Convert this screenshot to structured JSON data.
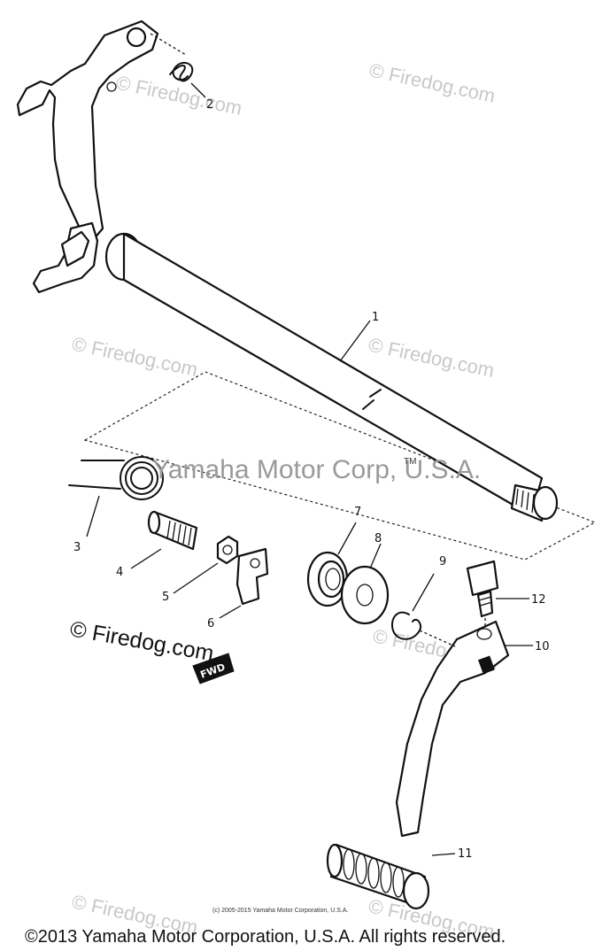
{
  "diagram": {
    "callouts": [
      "1",
      "2",
      "3",
      "4",
      "5",
      "6",
      "7",
      "8",
      "9",
      "10",
      "11",
      "12"
    ],
    "watermarks": {
      "repeat": "© Firedog.com",
      "center": "Yamaha Motor Corp, U.S.A.",
      "tm": "TM",
      "large": "© Firedog.com"
    },
    "fwd_label": "FWD",
    "small_copyright": "(c) 2005-2015 Yamaha Motor Corporation, U.S.A.",
    "copyright": "©2013 Yamaha Motor Corporation, U.S.A. All rights reserved."
  }
}
